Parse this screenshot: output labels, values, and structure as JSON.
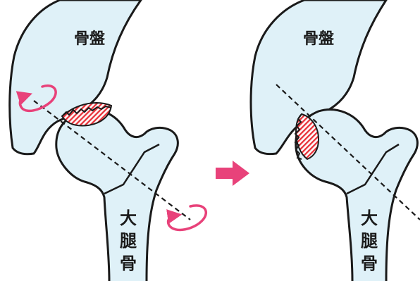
{
  "left_panel": {
    "pelvis_label": "骨盤",
    "femur_label_chars": [
      "大",
      "腿",
      "骨"
    ]
  },
  "right_panel": {
    "pelvis_label": "骨盤",
    "femur_label_chars": [
      "大",
      "腿",
      "骨"
    ]
  },
  "colors": {
    "bone_fill": "#dff1f8",
    "outline": "#1a1a1a",
    "necrosis_hatch": "#e8373f",
    "rotation_arrow": "#e8427a",
    "transition_arrow": "#e8427a"
  },
  "icons": {
    "transition": "right-arrow-icon",
    "rotation": "rotation-arrow-icon"
  }
}
